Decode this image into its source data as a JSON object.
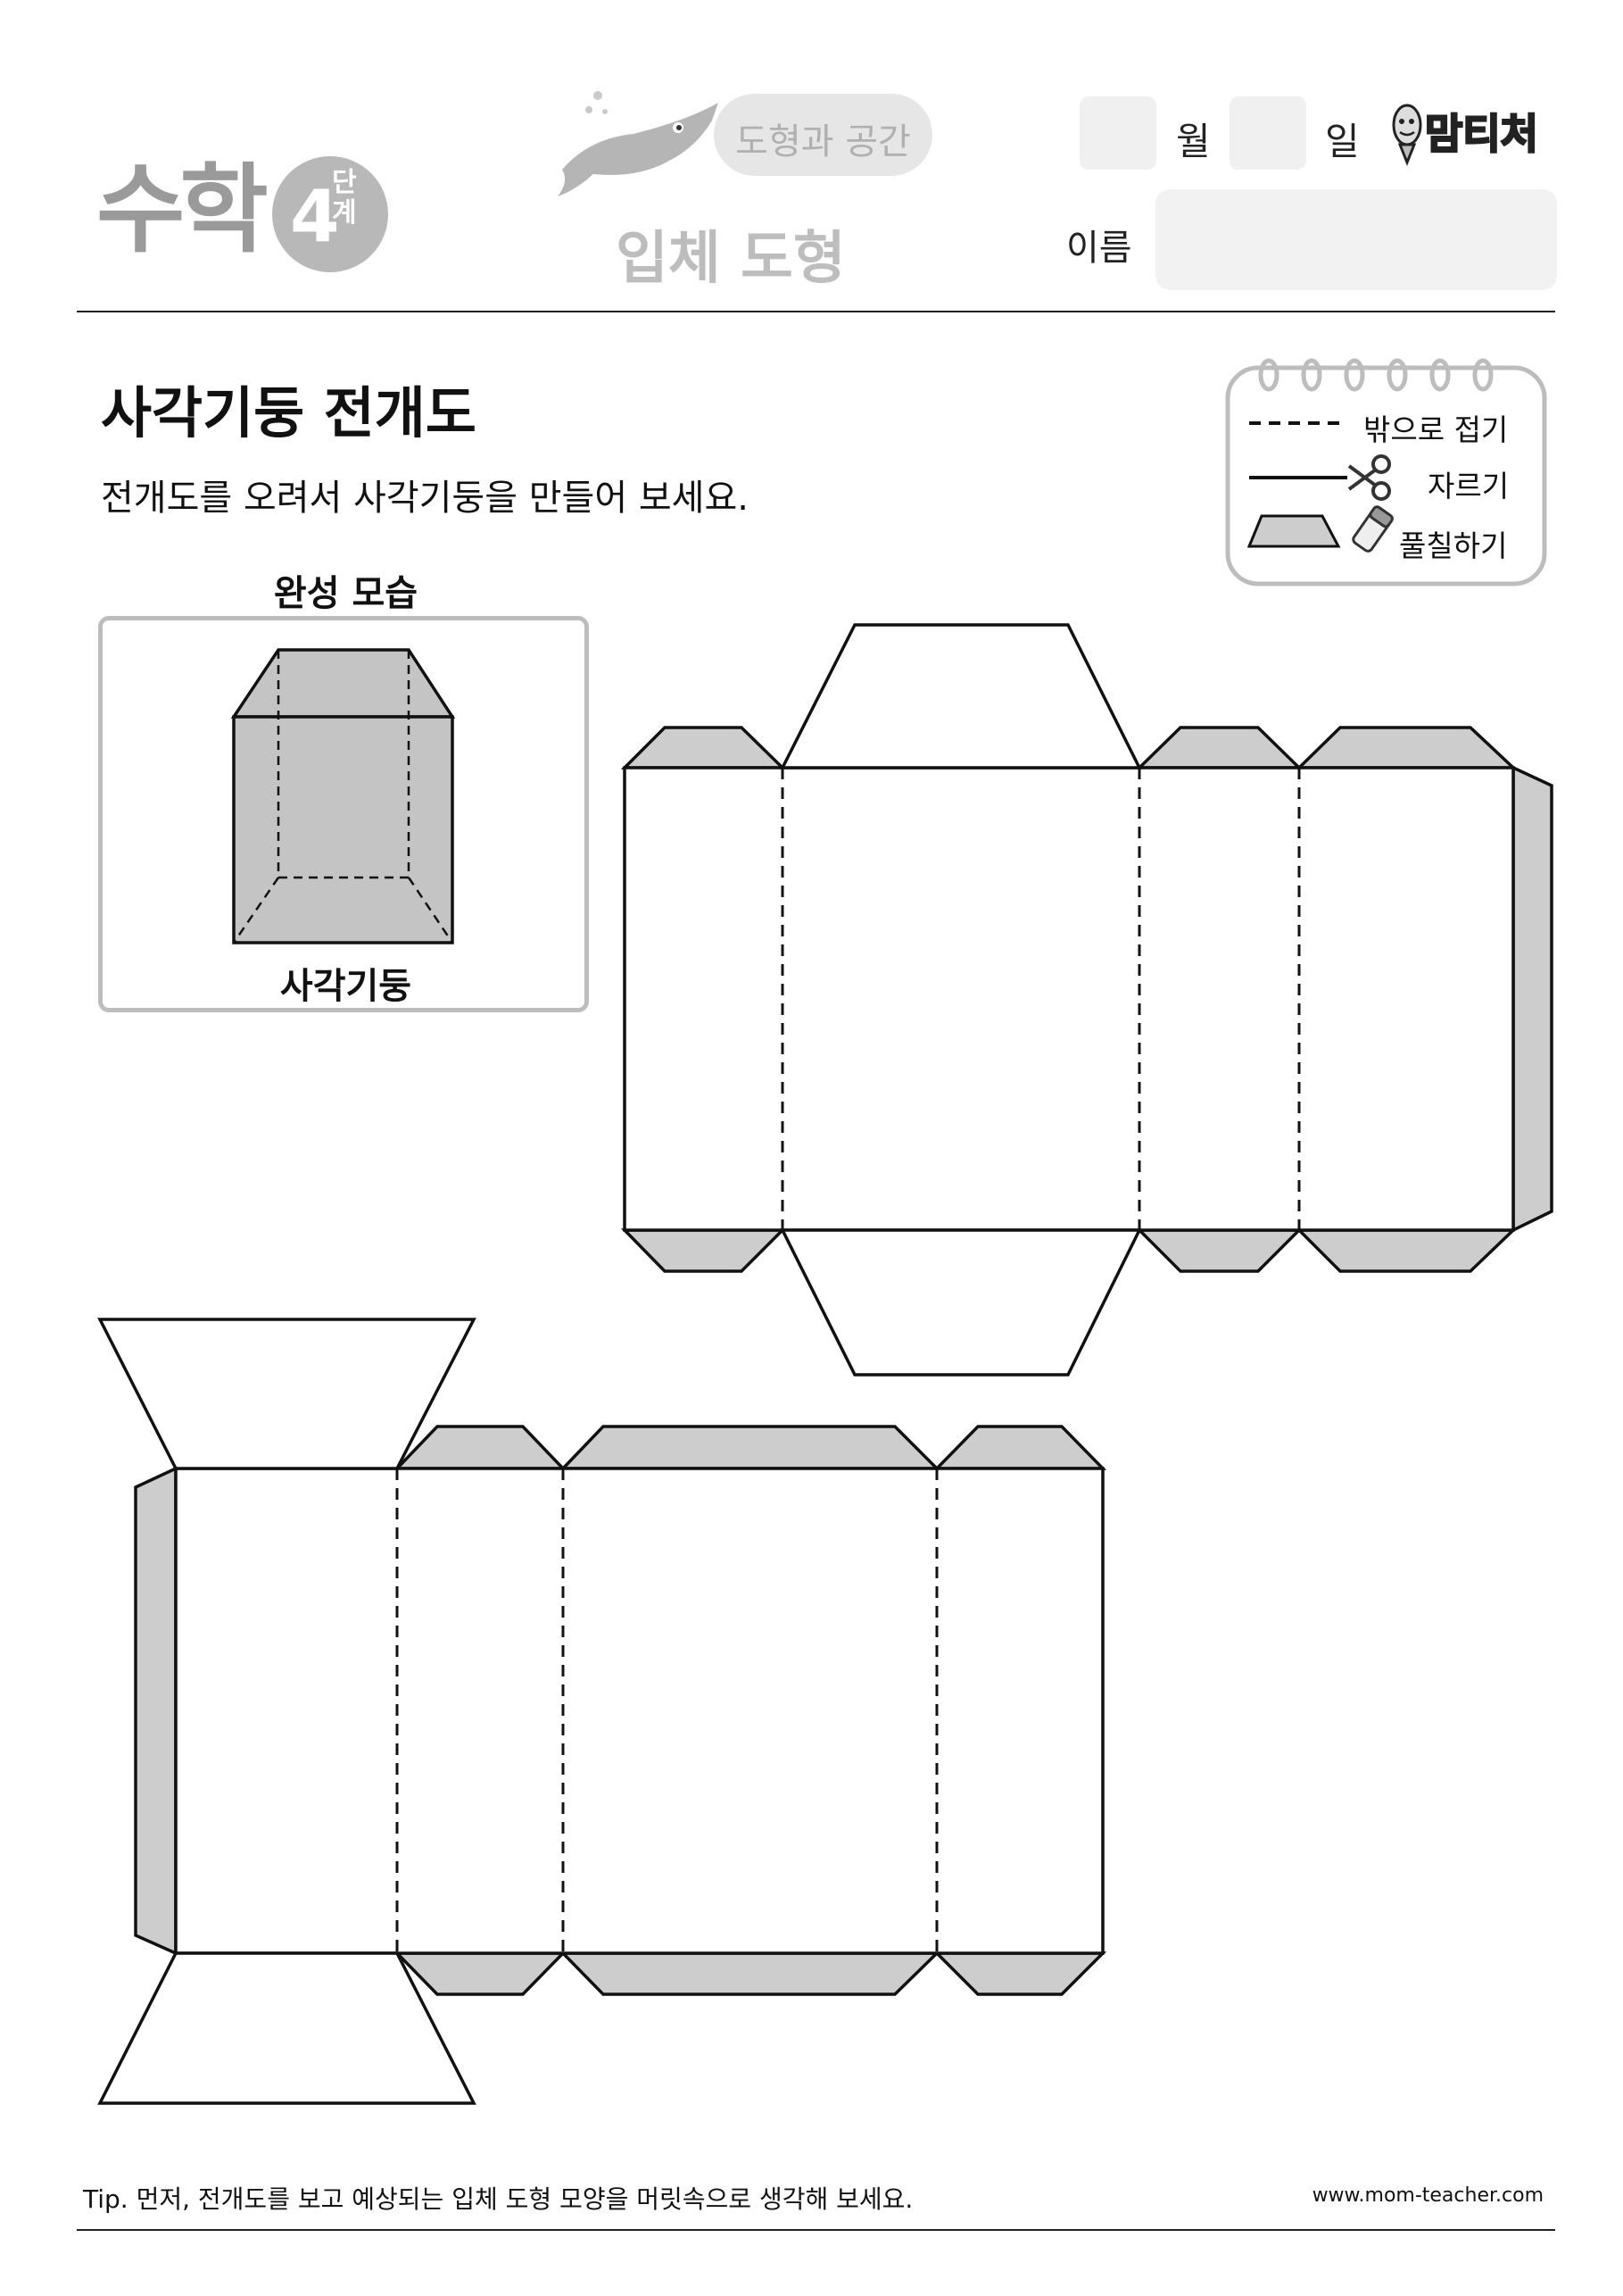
{
  "header": {
    "subject": "수학",
    "level_number": "4",
    "level_word": "단계",
    "category": "도형과 공간",
    "topic": "입체 도형",
    "month_label": "월",
    "day_label": "일",
    "name_label": "이름",
    "brand": "맘티처",
    "brand_icon": "pencil-mascot-icon",
    "mascot_icon": "whale-mascot-icon"
  },
  "worksheet": {
    "title": "사각기둥 전개도",
    "instruction": "전개도를 오려서 사각기둥을 만들어 보세요."
  },
  "legend": {
    "fold_label": "밖으로 접기",
    "cut_label": "자르기",
    "glue_label": "풀칠하기",
    "cut_icon": "scissors-icon",
    "glue_icon": "glue-stick-icon"
  },
  "example": {
    "heading": "완성 모습",
    "caption": "사각기둥"
  },
  "footer": {
    "tip": "Tip. 먼저, 전개도를 보고 예상되는 입체 도형 모양을 머릿속으로 생각해 보세요.",
    "website": "www.mom-teacher.com"
  },
  "colors": {
    "glue_fill": "#cdcdcd",
    "prism_fill": "#c4c4c4",
    "logo_gray": "#9a9a9a",
    "line": "#1a1a1a"
  }
}
